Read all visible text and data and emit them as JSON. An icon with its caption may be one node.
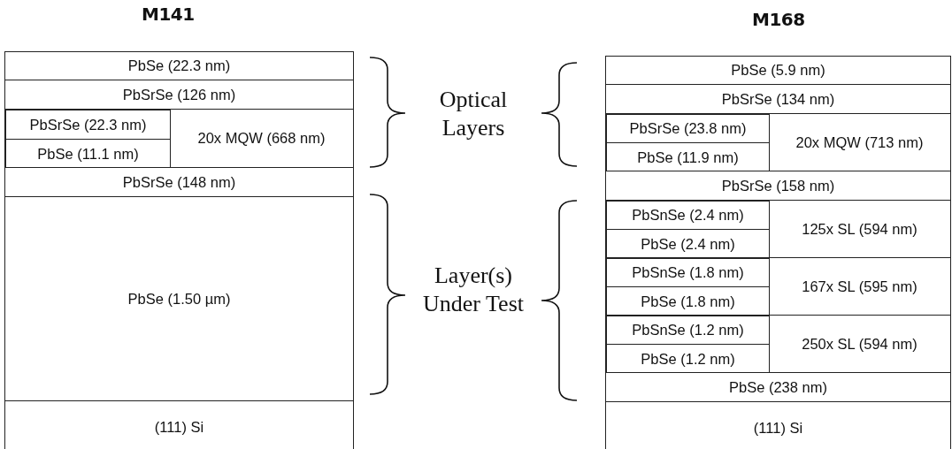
{
  "diagram": {
    "nodes": [
      {
        "text": [
          "PbSe (22.3 nm)"
        ]
      },
      {
        "text": [
          "PbSrSe (126 nm)"
        ]
      },
      {
        "text": [
          "20x MQW (668 nm)"
        ]
      },
      {
        "text": [
          "PbSrSe (22.3 nm)"
        ],
        "in": 2
      },
      {
        "text": [
          "PbSe (11.1 nm)"
        ],
        "in": 2
      },
      {
        "text": [
          "PbSrSe (148 nm)"
        ]
      },
      {
        "text": [
          "PbSe (1.50 µm)"
        ]
      },
      {
        "text": [
          "(111) Si"
        ]
      },
      {
        "text": [
          "PbSe (5.9 nm)"
        ]
      },
      {
        "text": [
          "PbSrSe (134 nm)"
        ]
      },
      {
        "text": [
          "20x MQW (713 nm)"
        ]
      },
      {
        "text": [
          "PbSrSe (23.8 nm)"
        ],
        "in": 10
      },
      {
        "text": [
          "PbSe (11.9 nm)"
        ],
        "in": 10
      },
      {
        "text": [
          "PbSrSe (158 nm)"
        ]
      },
      {
        "text": [
          "125x SL (594 nm)"
        ]
      },
      {
        "text": [
          "PbSnSe (2.4 nm)"
        ],
        "in": 14
      },
      {
        "text": [
          "PbSe (2.4 nm)"
        ],
        "in": 14
      },
      {
        "text": [
          "167x SL (595 nm)"
        ]
      },
      {
        "text": [
          "PbSnSe (1.8 nm)"
        ],
        "in": 17
      },
      {
        "text": [
          "PbSe (1.8 nm)"
        ],
        "in": 17
      },
      {
        "text": [
          "250x SL (594 nm)"
        ]
      },
      {
        "text": [
          "PbSnSe (1.2 nm)"
        ],
        "in": 20
      },
      {
        "text": [
          "PbSe (1.2 nm)"
        ],
        "in": 20
      },
      {
        "text": [
          "PbSe (238 nm)"
        ]
      },
      {
        "text": [
          "(111) Si"
        ]
      }
    ],
    "labels": [
      "M141",
      "M168",
      "Optical Layers",
      "Layer(s) Under Test"
    ]
  }
}
